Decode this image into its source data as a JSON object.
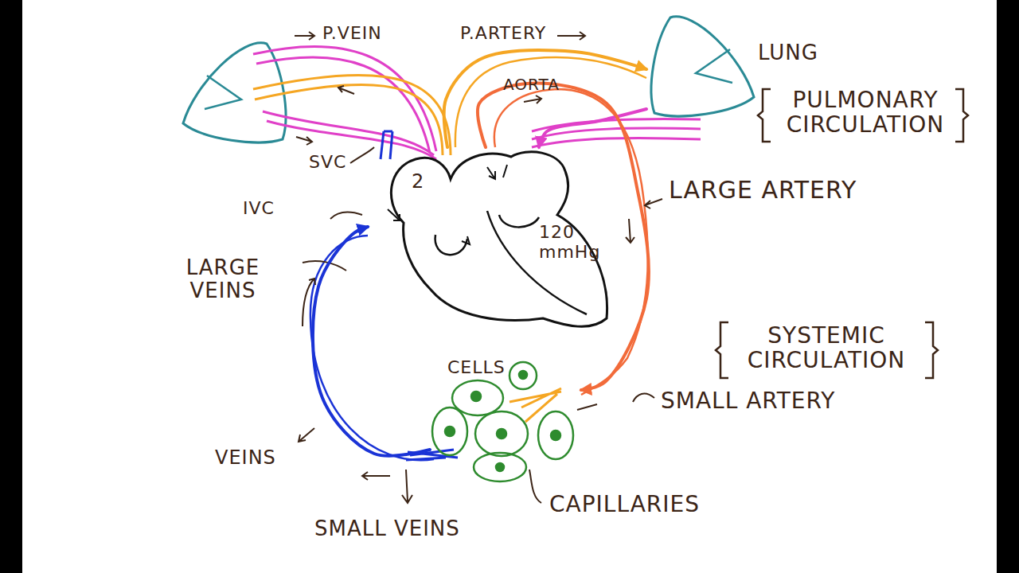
{
  "diagram": {
    "nodes": [
      {
        "text": [
          "LUNG"
        ]
      },
      {
        "text": [
          "2",
          "120 mmHg"
        ]
      },
      {
        "text": [
          "CELLS"
        ]
      }
    ],
    "edges": [
      {
        "from": 1,
        "to": 0,
        "arrow": "to"
      },
      {
        "from": 0,
        "to": 1,
        "arrow": "to"
      },
      {
        "from": 1,
        "to": 2,
        "arrow": "to"
      },
      {
        "from": 2,
        "to": 1,
        "arrow": "to"
      }
    ],
    "labels": [
      "P.VEIN",
      "P.ARTERY",
      "AORTA",
      "PULMONARY CIRCULATION",
      "SVC",
      "IVC",
      "LARGE ARTERY",
      "LARGE VEINS",
      "SYSTEMIC CIRCULATION",
      "SMALL ARTERY",
      "VEINS",
      "SMALL VEINS",
      "CAPILLARIES"
    ]
  }
}
